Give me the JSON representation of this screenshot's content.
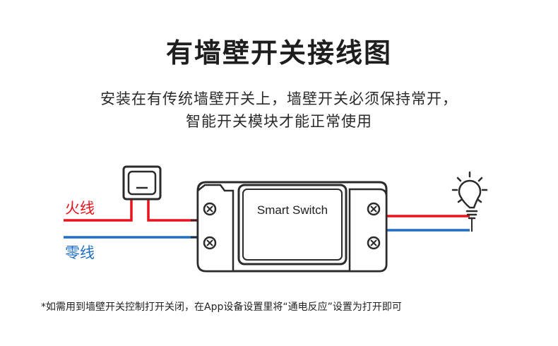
{
  "title": "有墙壁开关接线图",
  "subtitle_line1": "安装在有传统墙壁开关上，墙壁开关必须保持常开，",
  "subtitle_line2": "智能开关模块才能正常使用",
  "live_wire_label": "火线",
  "neutral_wire_label": "零线",
  "module_label": "Smart Switch",
  "footnote": "*如需用到墙壁开关控制打开关闭，在App设备设置里将“通电反应”设置为打开即可",
  "colors": {
    "live_wire": "#e8141c",
    "neutral_wire": "#1f6fc4",
    "live_label": "#e8141c",
    "neutral_label": "#1f6fc4",
    "outline": "#2b2b2b"
  },
  "icons": [
    "wall-switch-icon",
    "screw-terminal-icon",
    "light-bulb-icon"
  ]
}
